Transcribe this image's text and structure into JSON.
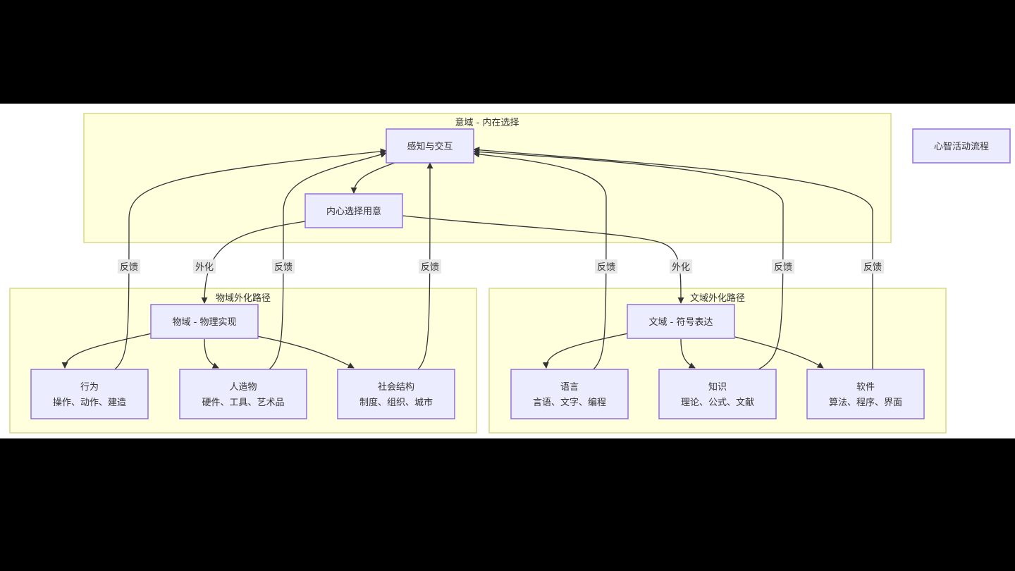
{
  "clusters": {
    "intent": "意域 - 内在选择",
    "physical": "物域外化路径",
    "text": "文域外化路径"
  },
  "nodes": {
    "perceive": "感知与交互",
    "choose": "内心选择用意",
    "physical_realize": "物域 - 物理实现",
    "behavior": {
      "title": "行为",
      "detail": "操作、动作、建造"
    },
    "artifact": {
      "title": "人造物",
      "detail": "硬件、工具、艺术品"
    },
    "social": {
      "title": "社会结构",
      "detail": "制度、组织、城市"
    },
    "symbolic": "文域 - 符号表达",
    "language": {
      "title": "语言",
      "detail": "言语、文字、编程"
    },
    "knowledge": {
      "title": "知识",
      "detail": "理论、公式、文献"
    },
    "software": {
      "title": "软件",
      "detail": "算法、程序、界面"
    },
    "legend": "心智活动流程"
  },
  "edge_labels": {
    "externalize": "外化",
    "feedback": "反馈"
  }
}
